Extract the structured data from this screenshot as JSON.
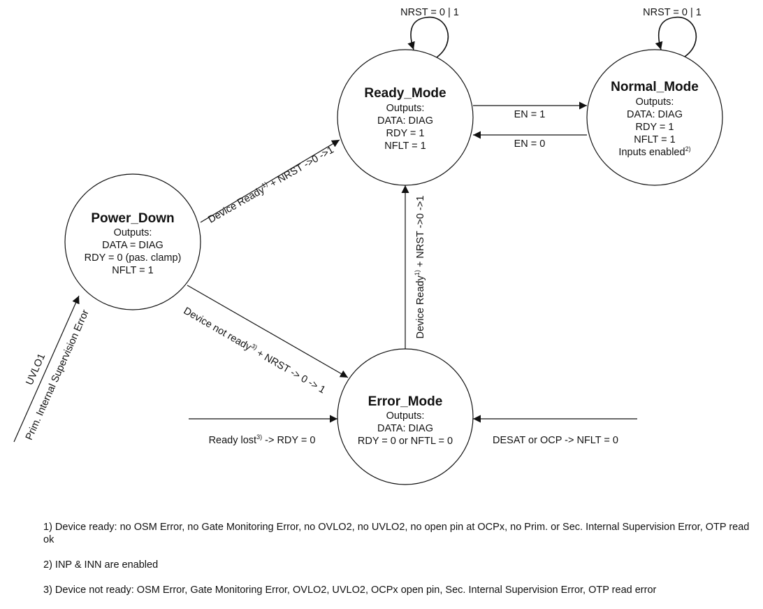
{
  "states": {
    "ready_mode": {
      "name": "Ready_Mode",
      "lines": [
        "Outputs:",
        "DATA: DIAG",
        "RDY = 1",
        "NFLT = 1"
      ]
    },
    "normal_mode": {
      "name": "Normal_Mode",
      "lines": [
        "Outputs:",
        "DATA: DIAG",
        "RDY = 1",
        "NFLT = 1"
      ],
      "last_line": "Inputs enabled",
      "last_line_sup": "2)"
    },
    "power_down": {
      "name": "Power_Down",
      "lines": [
        "Outputs:",
        "DATA = DIAG",
        "RDY = 0 (pas. clamp)",
        "NFLT = 1"
      ]
    },
    "error_mode": {
      "name": "Error_Mode",
      "lines": [
        "Outputs:",
        "DATA: DIAG",
        "RDY = 0 or NFTL = 0"
      ]
    }
  },
  "transitions": {
    "ready_self": "NRST = 0 | 1",
    "normal_self": "NRST = 0 | 1",
    "en1": "EN = 1",
    "en0": "EN = 0",
    "pd_to_ready": {
      "a": "Device Ready",
      "sup": "1)",
      "b": " + NRST ->0 ->1"
    },
    "error_to_ready": {
      "a": "Device Ready",
      "sup": "1)",
      "b": " + NRST ->0 ->1"
    },
    "pd_to_error": {
      "a": "Device not ready",
      "sup": "3)",
      "b": " + NRST -> 0 -> 1"
    },
    "uvlo": "UVLO1",
    "prim_error": "Prim. Internal Supervision Error",
    "ready_lost": {
      "a": "Ready lost",
      "sup": "3)",
      "b": " -> RDY = 0"
    },
    "desat": "DESAT or OCP -> NFLT = 0"
  },
  "footnotes": [
    "1) Device ready: no OSM Error, no Gate Monitoring Error, no OVLO2, no UVLO2, no open pin at OCPx, no Prim. or Sec. Internal Supervision Error, OTP read ok",
    "2) INP & INN are enabled",
    "3) Device not ready: OSM Error, Gate Monitoring Error, OVLO2, UVLO2, OCPx open pin, Sec. Internal Supervision Error, OTP read error"
  ]
}
